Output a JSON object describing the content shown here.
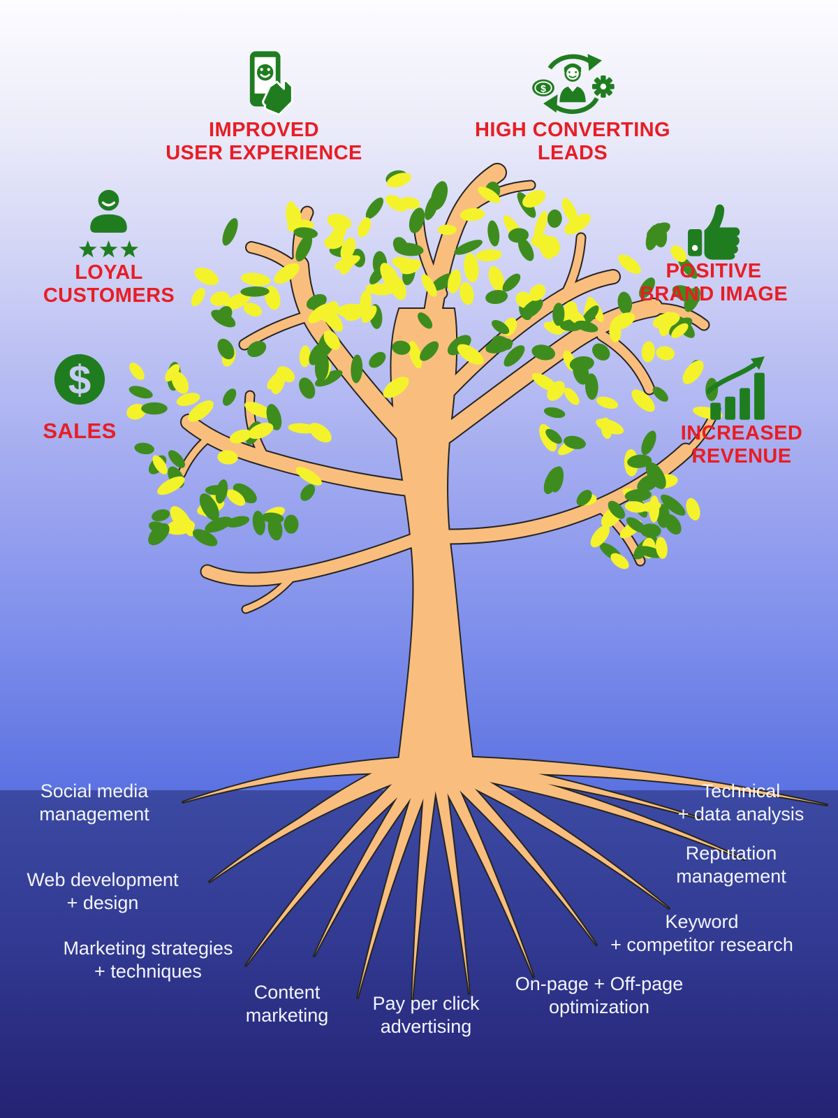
{
  "benefits": [
    {
      "id": "improved-user-experience",
      "icon": "phone-smiley-icon",
      "line1": "IMPROVED",
      "line2": "USER EXPERIENCE"
    },
    {
      "id": "high-converting-leads",
      "icon": "conversion-cycle-icon",
      "line1": "HIGH CONVERTING",
      "line2": "LEADS"
    },
    {
      "id": "loyal-customers",
      "icon": "customer-stars-icon",
      "line1": "LOYAL",
      "line2": "CUSTOMERS"
    },
    {
      "id": "positive-brand-image",
      "icon": "thumbs-up-icon",
      "line1": "POSITIVE",
      "line2": "BRAND IMAGE"
    },
    {
      "id": "sales",
      "icon": "dollar-coin-icon",
      "line1": "SALES",
      "line2": ""
    },
    {
      "id": "increased-revenue",
      "icon": "growth-chart-icon",
      "line1": "INCREASED",
      "line2": "REVENUE"
    }
  ],
  "services": [
    {
      "id": "social-media-management",
      "line1": "Social media",
      "line2": "management"
    },
    {
      "id": "technical-data-analysis",
      "line1": "Technical",
      "line2": "+ data analysis"
    },
    {
      "id": "web-development-design",
      "line1": "Web development",
      "line2": "+ design"
    },
    {
      "id": "reputation-management",
      "line1": "Reputation",
      "line2": "management"
    },
    {
      "id": "marketing-strategies-techniques",
      "line1": "Marketing strategies",
      "line2": "+ techniques"
    },
    {
      "id": "keyword-competitor-research",
      "line1": "Keyword",
      "line2": "+ competitor research"
    },
    {
      "id": "content-marketing",
      "line1": "Content",
      "line2": "marketing"
    },
    {
      "id": "pay-per-click-advertising",
      "line1": "Pay per click",
      "line2": "advertising"
    },
    {
      "id": "on-page-off-page-optimization",
      "line1": "On-page + Off-page",
      "line2": "optimization"
    }
  ],
  "icons": {
    "dollar_glyph": "$",
    "coin_glyph": "$"
  },
  "colors": {
    "label_red": "#e81d24",
    "icon_green": "#1f7d1f",
    "leaf_green": "#3e8c1e",
    "leaf_yellow": "#f4f32b",
    "trunk_fill": "#f9be7d",
    "trunk_outline": "#242424",
    "sky_top": "#fdfcff",
    "sky_bottom": "#5b72e1",
    "soil_top": "#3c4aa3",
    "soil_bottom": "#242273",
    "service_text": "#f3f5ff",
    "dollar_knockout": "#c7ccf5"
  }
}
